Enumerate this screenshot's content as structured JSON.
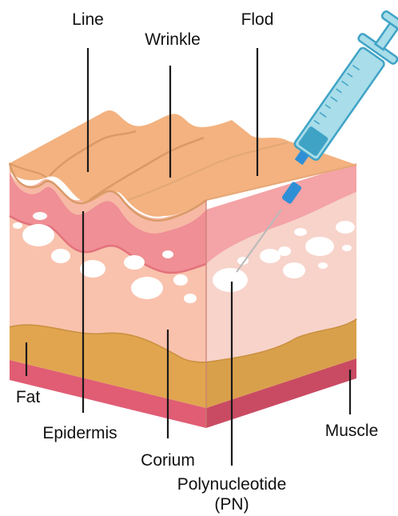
{
  "labels": {
    "line": "Line",
    "wrinkle": "Wrinkle",
    "flod": "Flod",
    "fat": "Fat",
    "epidermis": "Epidermis",
    "corium": "Corium",
    "muscle": "Muscle",
    "pn_line1": "Polynucleotide",
    "pn_line2": "(PN)"
  },
  "colors": {
    "skin_top": "#f3b27f",
    "skin_top_edge": "#d99a68",
    "pink_band": "#f08f95",
    "pink_band_dark": "#e3727c",
    "corium_front": "#f9c2ad",
    "corium_side": "#f6d0c6",
    "fat": "#e1a54f",
    "fat_dark": "#c98f3e",
    "muscle": "#e05d74",
    "muscle_dark": "#c94b63",
    "cell": "#ffffff",
    "syringe_barrel": "#a8dde9",
    "syringe_dark": "#3fa3c6",
    "needle_hub": "#2f8fd6"
  },
  "icons": {
    "syringe": "syringe-icon",
    "skin_block": "skin-cross-section-icon"
  }
}
